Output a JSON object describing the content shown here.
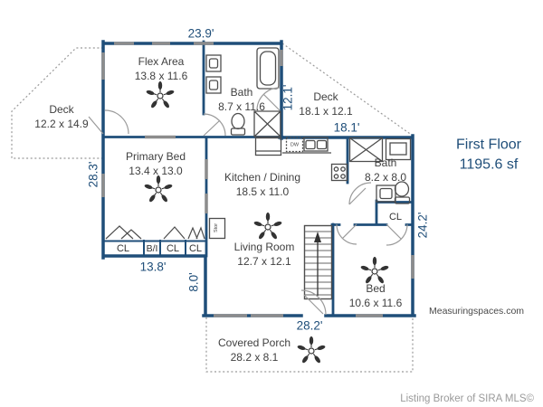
{
  "title": {
    "line1": "First Floor",
    "line2": "1195.6 sf"
  },
  "watermark": "Measuringspaces.com",
  "footer": "Listing Broker of SIRA MLS©",
  "rooms": {
    "flex": {
      "name": "Flex Area",
      "dims": "13.8 x 11.6"
    },
    "bath_upper": {
      "name": "Bath",
      "dims": "8.7 x 11.6"
    },
    "deck_left": {
      "name": "Deck",
      "dims": "12.2 x 14.9"
    },
    "deck_right": {
      "name": "Deck",
      "dims": "18.1 x 12.1"
    },
    "primary_bed": {
      "name": "Primary Bed",
      "dims": "13.4 x 13.0"
    },
    "kitchen_dining": {
      "name": "Kitchen / Dining",
      "dims": "18.5 x 11.0"
    },
    "bath_right": {
      "name": "Bath",
      "dims": "8.2 x 8.0"
    },
    "living_room": {
      "name": "Living Room",
      "dims": "12.7 x 12.1"
    },
    "bed": {
      "name": "Bed",
      "dims": "10.6 x 11.6"
    },
    "covered_porch": {
      "name": "Covered Porch",
      "dims": "28.2 x 8.1"
    }
  },
  "closets": {
    "cl1": "CL",
    "bi": "B/I",
    "cl2": "CL",
    "cl3": "CL",
    "cl_right": "CL"
  },
  "fixtures": {
    "dishwasher": "DW",
    "storage": "Stor"
  },
  "dimensions": {
    "top": "23.9'",
    "left": "28.3'",
    "deck_right_width": "18.1'",
    "deck_right_height": "12.1'",
    "closet_row": "13.8'",
    "step": "8.0'",
    "porch": "28.2'",
    "right": "24.2'"
  },
  "colors": {
    "wall": "#1f4e79",
    "dimension_text": "#1f4e79",
    "room_text": "#404040",
    "fixture": "#4d4d4d",
    "footer_text": "#9a9a9a"
  }
}
